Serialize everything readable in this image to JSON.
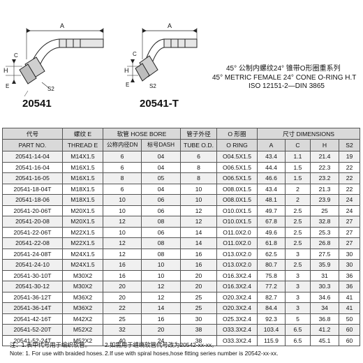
{
  "drawings": [
    {
      "code": "20541",
      "dims": {
        "a": "A",
        "h": "H",
        "c": "C",
        "e": "E",
        "s2": "S2"
      }
    },
    {
      "code": "20541-T",
      "dims": {
        "a": "A",
        "h": "H",
        "c": "C",
        "e": "E",
        "s2": "S2"
      }
    }
  ],
  "series_title": {
    "line1": "45° 公制内螺纹24° 锥带O形圈重系列",
    "line2": "45° METRIC FEMALE 24° CONE O-RING H.T",
    "line3": "ISO 12151-2—DIN 3865"
  },
  "table": {
    "headers": {
      "part_cn": "代号",
      "part_en": "PART NO.",
      "thread_cn": "螺纹 E",
      "thread_en": "THREAD E",
      "hose_bore": "软管 HOSE BORE",
      "dn": "公称内径DN",
      "dash": "标号DASH",
      "tube_cn": "管子外径",
      "tube_en": "TUBE O.D.",
      "oring_cn": "O 形圈",
      "oring_en": "O RING",
      "dims": "尺寸 DIMENSIONS",
      "a": "A",
      "c": "C",
      "h": "H",
      "s2": "S2"
    },
    "rows": [
      [
        "20541-14-04",
        "M14X1.5",
        "6",
        "04",
        "6",
        "O04.5X1.5",
        "43.4",
        "1.1",
        "21.4",
        "19"
      ],
      [
        "20541-16-04",
        "M16X1.5",
        "6",
        "04",
        "8",
        "O06.5X1.5",
        "44.4",
        "1.5",
        "22.3",
        "22"
      ],
      [
        "20541-16-05",
        "M16X1.5",
        "8",
        "05",
        "8",
        "O06.5X1.5",
        "46.6",
        "1.5",
        "23.2",
        "22"
      ],
      [
        "20541-18-04T",
        "M18X1.5",
        "6",
        "04",
        "10",
        "O08.0X1.5",
        "43.4",
        "2",
        "21.3",
        "22"
      ],
      [
        "20541-18-06",
        "M18X1.5",
        "10",
        "06",
        "10",
        "O08.0X1.5",
        "48.1",
        "2",
        "23.9",
        "24"
      ],
      [
        "20541-20-06T",
        "M20X1.5",
        "10",
        "06",
        "12",
        "O10.0X1.5",
        "49.7",
        "2.5",
        "25",
        "24"
      ],
      [
        "20541-20-08",
        "M20X1.5",
        "12",
        "08",
        "12",
        "O10.0X1.5",
        "67.8",
        "2.5",
        "32.8",
        "27"
      ],
      [
        "20541-22-06T",
        "M22X1.5",
        "10",
        "06",
        "14",
        "O11.0X2.0",
        "49.6",
        "2.5",
        "25.3",
        "27"
      ],
      [
        "20541-22-08",
        "M22X1.5",
        "12",
        "08",
        "14",
        "O11.0X2.0",
        "61.8",
        "2.5",
        "26.8",
        "27"
      ],
      [
        "20541-24-08T",
        "M24X1.5",
        "12",
        "08",
        "16",
        "O13.0X2.0",
        "62.5",
        "3",
        "27.5",
        "30"
      ],
      [
        "20541-24-10",
        "M24X1.5",
        "16",
        "10",
        "16",
        "O13.0X2.0",
        "80.7",
        "2.5",
        "35.9",
        "30"
      ],
      [
        "20541-30-10T",
        "M30X2",
        "16",
        "10",
        "20",
        "O16.3X2.4",
        "75.8",
        "3",
        "31",
        "36"
      ],
      [
        "20541-30-12",
        "M30X2",
        "20",
        "12",
        "20",
        "O16.3X2.4",
        "77.2",
        "3",
        "30.3",
        "36"
      ],
      [
        "20541-36-12T",
        "M36X2",
        "20",
        "12",
        "25",
        "O20.3X2.4",
        "82.7",
        "3",
        "34.6",
        "41"
      ],
      [
        "20541-36-14T",
        "M36X2",
        "22",
        "14",
        "25",
        "O20.3X2.4",
        "84.4",
        "3",
        "34",
        "41"
      ],
      [
        "20541-42-16T",
        "M42X2",
        "25",
        "16",
        "30",
        "O25.3X2.4",
        "92.3",
        "5",
        "36.8",
        "50"
      ],
      [
        "20541-52-20T",
        "M52X2",
        "32",
        "20",
        "38",
        "O33.3X2.4",
        "103.4",
        "6.5",
        "41.2",
        "60"
      ],
      [
        "20541-52-24T",
        "M52X2",
        "40",
        "24",
        "38",
        "O33.3X2.4",
        "115.9",
        "6.5",
        "45.1",
        "60"
      ]
    ]
  },
  "notes": {
    "n1_cn": "注：1.表中代号用于编织软管。",
    "n2_cn": "2.如需用于缠绕软管代号改为20542-xx-xx。",
    "n1_en": "Note: 1. For use with braided hoses.",
    "n2_en": "2.If use with spiral hoses,hose fitting series number is 20542-xx-xx."
  }
}
